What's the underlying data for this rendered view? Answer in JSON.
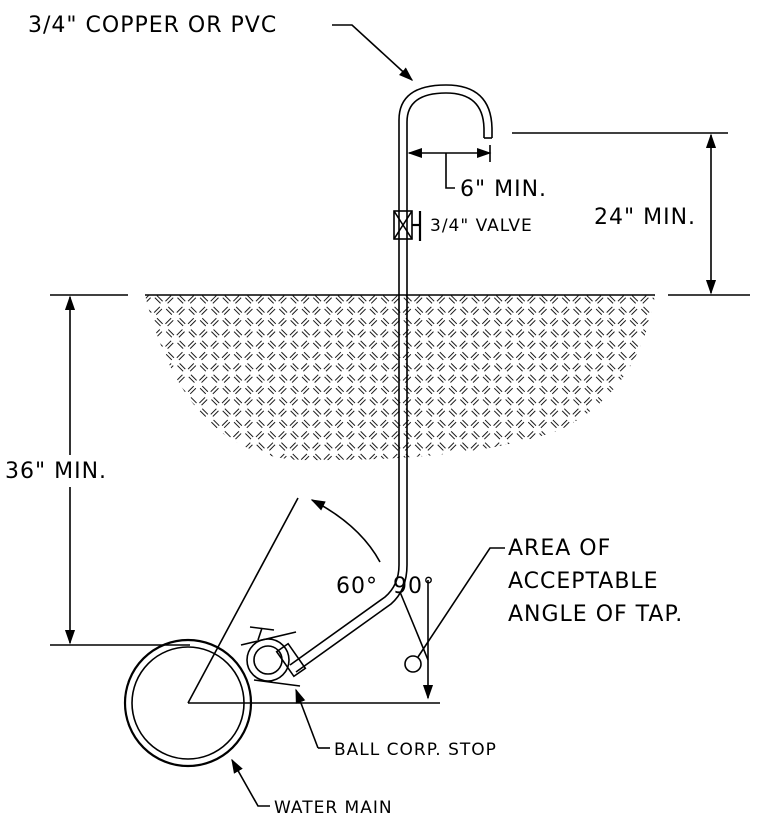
{
  "labels": {
    "pipe_material": "3/4\" COPPER OR PVC",
    "six_min": "6\" MIN.",
    "valve": "3/4\" VALVE",
    "above_grade": "24\" MIN.",
    "depth": "36\" MIN.",
    "angle_low": "60°",
    "angle_high": "90°",
    "area_line1": "AREA OF",
    "area_line2": "ACCEPTABLE",
    "area_line3": "ANGLE OF TAP.",
    "corp_stop": "BALL CORP. STOP",
    "water_main": "WATER MAIN"
  }
}
